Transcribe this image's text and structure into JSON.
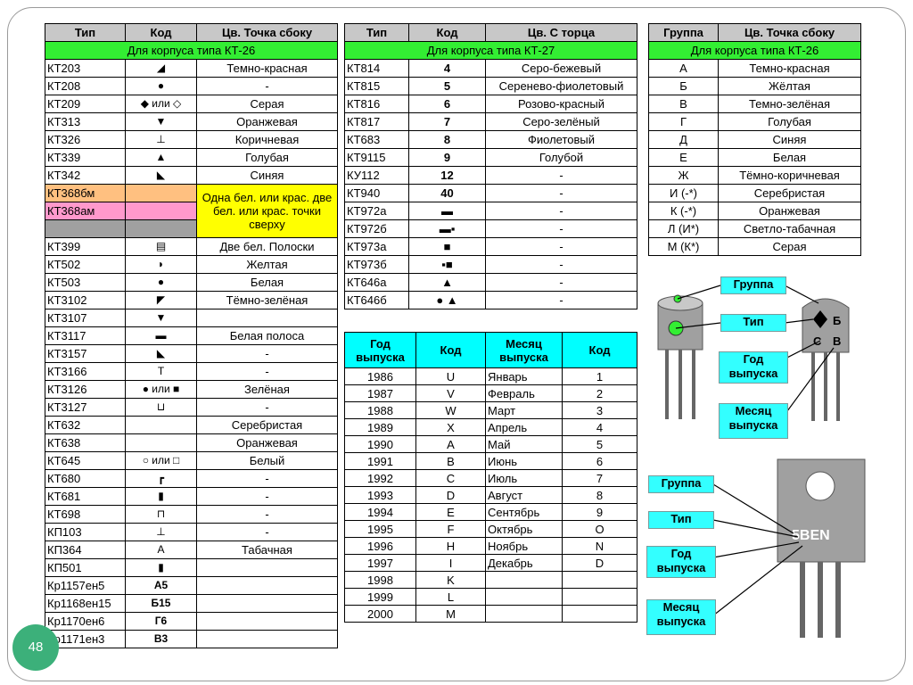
{
  "table1": {
    "headers": [
      "Тип",
      "Код",
      "Цв. Точка сбоку"
    ],
    "group": "Для корпуса типа КТ-26",
    "rows": [
      {
        "type": "КТ203",
        "code": "◢",
        "color": "Темно-красная"
      },
      {
        "type": "КТ208",
        "code": "●",
        "color": "-"
      },
      {
        "type": "КТ209",
        "code": "◆ или ◇",
        "color": "Серая"
      },
      {
        "type": "КТ313",
        "code": "▼",
        "color": "Оранжевая"
      },
      {
        "type": "КТ326",
        "code": "⊥",
        "color": "Коричневая"
      },
      {
        "type": "КТ339",
        "code": "▲",
        "color": "Голубая"
      },
      {
        "type": "КТ342",
        "code": "◣",
        "color": "Синяя"
      },
      {
        "type": "КТ368бм",
        "code": "",
        "color": ""
      },
      {
        "type": "КТ368ам",
        "code": "",
        "color": ""
      },
      {
        "type": "",
        "code": "",
        "color": ""
      },
      {
        "type": "КТ399",
        "code": "▤",
        "color": "Две бел. Полоски"
      },
      {
        "type": "КТ502",
        "code": "◗",
        "color": "Желтая"
      },
      {
        "type": "КТ503",
        "code": "●",
        "color": "Белая"
      },
      {
        "type": "КТ3102",
        "code": "◤",
        "color": "Тёмно-зелёная"
      },
      {
        "type": "КТ3107",
        "code": "▼",
        "color": ""
      },
      {
        "type": "КТ3117",
        "code": "▬",
        "color": "Белая полоса"
      },
      {
        "type": "КТ3157",
        "code": "◣",
        "color": "-"
      },
      {
        "type": "КТ3166",
        "code": "Т",
        "color": "-"
      },
      {
        "type": "КТ3126",
        "code": "● или ■",
        "color": "Зелёная"
      },
      {
        "type": "КТ3127",
        "code": "⊔",
        "color": "-"
      },
      {
        "type": "КТ632",
        "code": "",
        "color": "Серебристая"
      },
      {
        "type": "КТ638",
        "code": "",
        "color": "Оранжевая"
      },
      {
        "type": "КТ645",
        "code": "○ или □",
        "color": "Белый"
      },
      {
        "type": "КТ680",
        "code": "┏",
        "color": "-"
      },
      {
        "type": "КТ681",
        "code": "▮",
        "color": "-"
      },
      {
        "type": "КТ698",
        "code": "⊓",
        "color": "-"
      },
      {
        "type": "КП103",
        "code": "⊥",
        "color": "-"
      },
      {
        "type": "КП364",
        "code": "А",
        "color": "Табачная"
      },
      {
        "type": "КП501",
        "code": "▮",
        "color": ""
      },
      {
        "type": "Кр1157ен5",
        "code": "А5",
        "color": ""
      },
      {
        "type": "Кр1168ен15",
        "code": "Б15",
        "color": ""
      },
      {
        "type": "Кр1170ен6",
        "code": "Г6",
        "color": ""
      },
      {
        "type": "Кр1171ен3",
        "code": "В3",
        "color": ""
      }
    ],
    "merged_note": "Одна бел. или крас. две бел. или крас. точки сверху"
  },
  "table2": {
    "headers": [
      "Тип",
      "Код",
      "Цв. С торца"
    ],
    "group": "Для корпуса типа КТ-27",
    "rows": [
      {
        "type": "КТ814",
        "code": "4",
        "color": "Серо-бежевый"
      },
      {
        "type": "КТ815",
        "code": "5",
        "color": "Сереневo-фиолетовый"
      },
      {
        "type": "КТ816",
        "code": "6",
        "color": "Розово-красный"
      },
      {
        "type": "КТ817",
        "code": "7",
        "color": "Серо-зелёный"
      },
      {
        "type": "КТ683",
        "code": "8",
        "color": "Фиолетовый"
      },
      {
        "type": "КТ9115",
        "code": "9",
        "color": "Голубой"
      },
      {
        "type": "КУ112",
        "code": "12",
        "color": "-"
      },
      {
        "type": "КТ940",
        "code": "40",
        "color": "-"
      },
      {
        "type": "КТ972а",
        "code": "▬",
        "color": "-"
      },
      {
        "type": "КТ972б",
        "code": "▬▪",
        "color": "-"
      },
      {
        "type": "КТ973а",
        "code": "■",
        "color": "-"
      },
      {
        "type": "КТ973б",
        "code": "▪■",
        "color": "-"
      },
      {
        "type": "КТ646а",
        "code": "▲",
        "color": "-"
      },
      {
        "type": "КТ646б",
        "code": "● ▲",
        "color": "-"
      }
    ]
  },
  "table3": {
    "headers": [
      "Группа",
      "Цв. Точка сбоку"
    ],
    "group": "Для корпуса типа КТ-26",
    "rows": [
      {
        "group": "А",
        "color": "Темно-красная"
      },
      {
        "group": "Б",
        "color": "Жёлтая"
      },
      {
        "group": "В",
        "color": "Темно-зелёная"
      },
      {
        "group": "Г",
        "color": "Голубая"
      },
      {
        "group": "Д",
        "color": "Синяя"
      },
      {
        "group": "Е",
        "color": "Белая"
      },
      {
        "group": "Ж",
        "color": "Тёмно-коричневая"
      },
      {
        "group": "И (-*)",
        "color": "Серебристая"
      },
      {
        "group": "К (-*)",
        "color": "Оранжевая"
      },
      {
        "group": "Л (И*)",
        "color": "Светло-табачная"
      },
      {
        "group": "М (К*)",
        "color": "Серая"
      }
    ]
  },
  "table4": {
    "headers": [
      "Год выпуска",
      "Код",
      "Месяц выпуска",
      "Код"
    ],
    "rows": [
      {
        "year": "1986",
        "ycode": "U",
        "month": "Январь",
        "mcode": "1"
      },
      {
        "year": "1987",
        "ycode": "V",
        "month": "Февраль",
        "mcode": "2"
      },
      {
        "year": "1988",
        "ycode": "W",
        "month": "Март",
        "mcode": "3"
      },
      {
        "year": "1989",
        "ycode": "X",
        "month": "Апрель",
        "mcode": "4"
      },
      {
        "year": "1990",
        "ycode": "A",
        "month": "Май",
        "mcode": "5"
      },
      {
        "year": "1991",
        "ycode": "B",
        "month": "Июнь",
        "mcode": "6"
      },
      {
        "year": "1992",
        "ycode": "C",
        "month": "Июль",
        "mcode": "7"
      },
      {
        "year": "1993",
        "ycode": "D",
        "month": "Август",
        "mcode": "8"
      },
      {
        "year": "1994",
        "ycode": "E",
        "month": "Сентябрь",
        "mcode": "9"
      },
      {
        "year": "1995",
        "ycode": "F",
        "month": "Октябрь",
        "mcode": "O"
      },
      {
        "year": "1996",
        "ycode": "H",
        "month": "Ноябрь",
        "mcode": "N"
      },
      {
        "year": "1997",
        "ycode": "I",
        "month": "Декабрь",
        "mcode": "D"
      },
      {
        "year": "1998",
        "ycode": "K",
        "month": "",
        "mcode": ""
      },
      {
        "year": "1999",
        "ycode": "L",
        "month": "",
        "mcode": ""
      },
      {
        "year": "2000",
        "ycode": "M",
        "month": "",
        "mcode": ""
      }
    ]
  },
  "diagram": {
    "top_labels": [
      "Группа",
      "Тип",
      "Год выпуска",
      "Месяц выпуска"
    ],
    "bottom_labels": [
      "Группа",
      "Тип",
      "Год выпуска",
      "Месяц выпуска"
    ],
    "marking_right": [
      "Б",
      "С",
      "В"
    ],
    "package_marking": "5BEN"
  },
  "page_number": "48"
}
